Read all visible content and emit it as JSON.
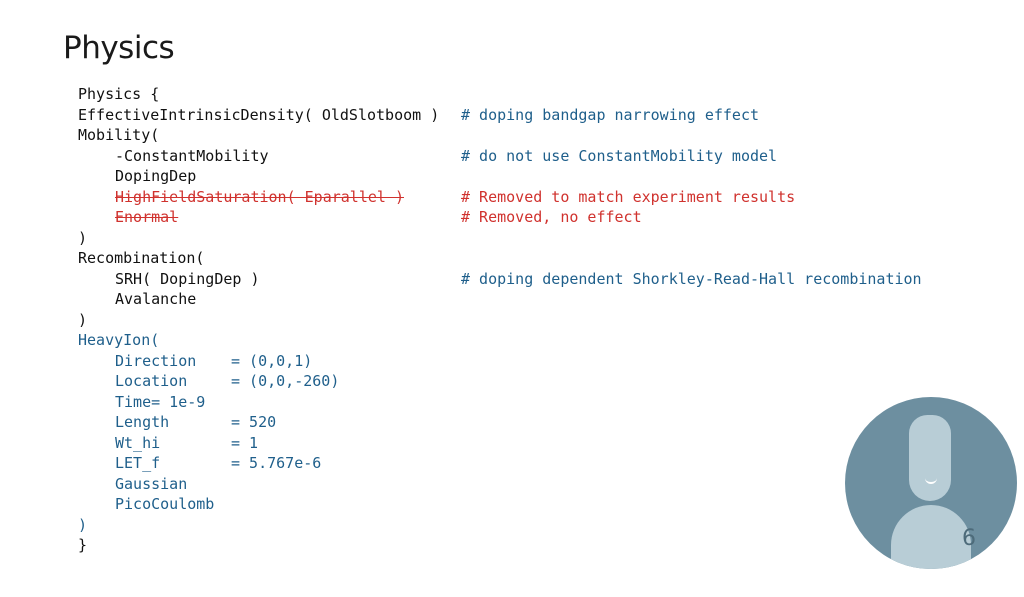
{
  "slide": {
    "title": "Physics",
    "page_number": "6"
  },
  "code": {
    "physics_open": "Physics {",
    "eid": "EffectiveIntrinsicDensity( OldSlotboom )",
    "eid_comment": "# doping bandgap narrowing effect",
    "mobility_open": "Mobility(",
    "constant_mobility": "-ConstantMobility",
    "constant_mobility_comment": "# do not use ConstantMobility model",
    "doping_dep": "DopingDep",
    "high_field": "HighFieldSaturation( Eparallel )",
    "high_field_comment": "# Removed to match experiment results",
    "enormal": "Enormal",
    "enormal_comment": "# Removed, no effect",
    "mobility_close": ")",
    "recombination_open": "Recombination(",
    "srh": "SRH( DopingDep )",
    "srh_comment": "# doping dependent Shorkley-Read-Hall recombination",
    "avalanche": "Avalanche",
    "recombination_close": ")",
    "heavyion_open": "HeavyIon(",
    "heavyion_params": [
      {
        "key": "Direction",
        "value": "= (0,0,1)"
      },
      {
        "key": "Location",
        "value": "= (0,0,-260)"
      },
      {
        "key": "Time= 1e-9",
        "value": ""
      },
      {
        "key": "Length",
        "value": "= 520"
      },
      {
        "key": "Wt_hi",
        "value": "= 1"
      },
      {
        "key": "LET_f",
        "value": "= 5.767e-6"
      }
    ],
    "gaussian": "Gaussian",
    "picocoulomb": "PicoCoulomb",
    "heavyion_close": ")",
    "physics_close": "}"
  },
  "colors": {
    "comment_blue": "#1f5f8b",
    "removed_red": "#d0322e",
    "avatar_bg": "#6d8fa0"
  },
  "icons": {
    "avatar": "person-avatar-icon"
  }
}
